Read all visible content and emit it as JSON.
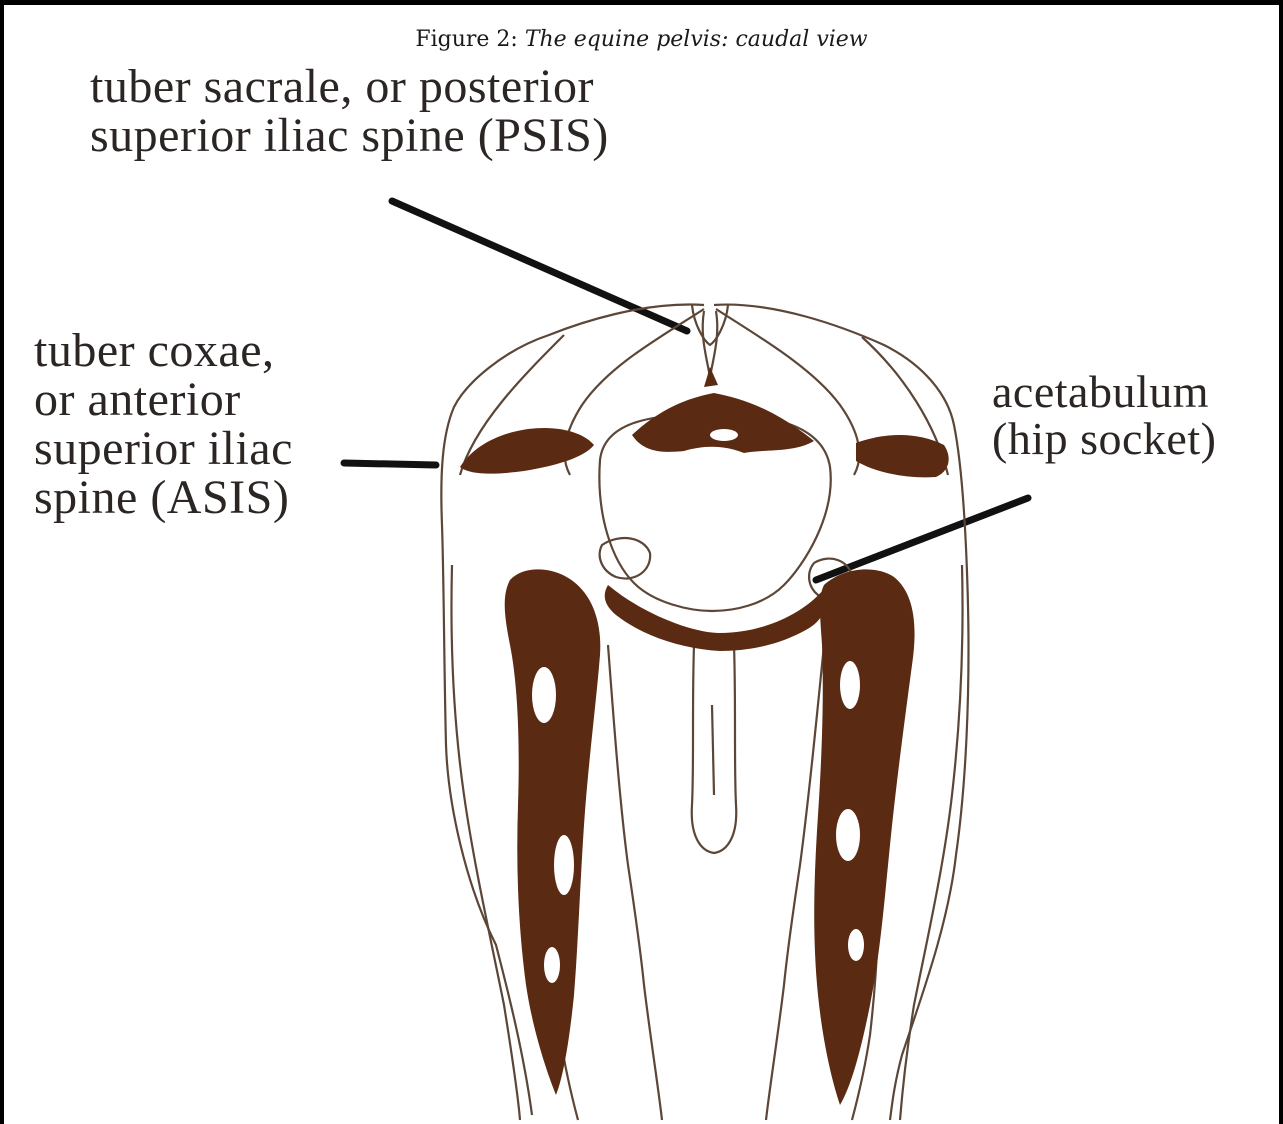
{
  "figure": {
    "number_label": "Figure 2:",
    "title": "The equine pelvis: caudal view"
  },
  "labels": {
    "psis": "tuber sacrale, or posterior\nsuperior iliac spine (PSIS)",
    "asis": "tuber coxae,\nor anterior\nsuperior iliac\nspine (ASIS)",
    "acetabulum": "acetabulum\n(hip socket)"
  },
  "colors": {
    "bone_fill": "#5a2a12",
    "outline": "#5b4638",
    "leader": "#111111"
  }
}
